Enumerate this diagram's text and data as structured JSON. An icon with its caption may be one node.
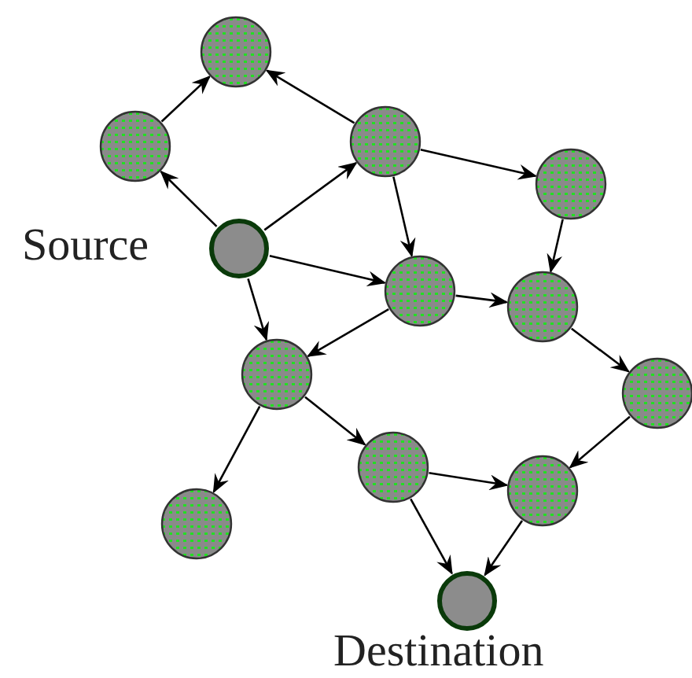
{
  "diagram": {
    "nodes": [
      {
        "text": [],
        "shape": "circle"
      },
      {
        "text": [],
        "shape": "circle"
      },
      {
        "text": [],
        "shape": "circle"
      },
      {
        "text": [],
        "shape": "circle"
      },
      {
        "text": [],
        "shape": "circle",
        "beside": [
          "Source"
        ]
      },
      {
        "text": [],
        "shape": "circle"
      },
      {
        "text": [],
        "shape": "circle"
      },
      {
        "text": [],
        "shape": "circle"
      },
      {
        "text": [],
        "shape": "circle"
      },
      {
        "text": [],
        "shape": "circle"
      },
      {
        "text": [],
        "shape": "circle"
      },
      {
        "text": [],
        "shape": "circle"
      },
      {
        "text": [],
        "shape": "circle",
        "beside": [
          "Destination"
        ]
      }
    ],
    "edges": [
      {
        "from": 2,
        "to": 0,
        "arrow": "to"
      },
      {
        "from": 1,
        "to": 0,
        "arrow": "to"
      },
      {
        "from": 4,
        "to": 2,
        "arrow": "to"
      },
      {
        "from": 4,
        "to": 1,
        "arrow": "to"
      },
      {
        "from": 1,
        "to": 3,
        "arrow": "to"
      },
      {
        "from": 1,
        "to": 5,
        "arrow": "to"
      },
      {
        "from": 4,
        "to": 5,
        "arrow": "to"
      },
      {
        "from": 4,
        "to": 7,
        "arrow": "to"
      },
      {
        "from": 3,
        "to": 6,
        "arrow": "to"
      },
      {
        "from": 5,
        "to": 6,
        "arrow": "to"
      },
      {
        "from": 5,
        "to": 7,
        "arrow": "to"
      },
      {
        "from": 6,
        "to": 8,
        "arrow": "to"
      },
      {
        "from": 7,
        "to": 9,
        "arrow": "to"
      },
      {
        "from": 7,
        "to": 11,
        "arrow": "to"
      },
      {
        "from": 8,
        "to": 10,
        "arrow": "to"
      },
      {
        "from": 9,
        "to": 10,
        "arrow": "to"
      },
      {
        "from": 9,
        "to": 12,
        "arrow": "to"
      },
      {
        "from": 10,
        "to": 12,
        "arrow": "to"
      }
    ]
  }
}
